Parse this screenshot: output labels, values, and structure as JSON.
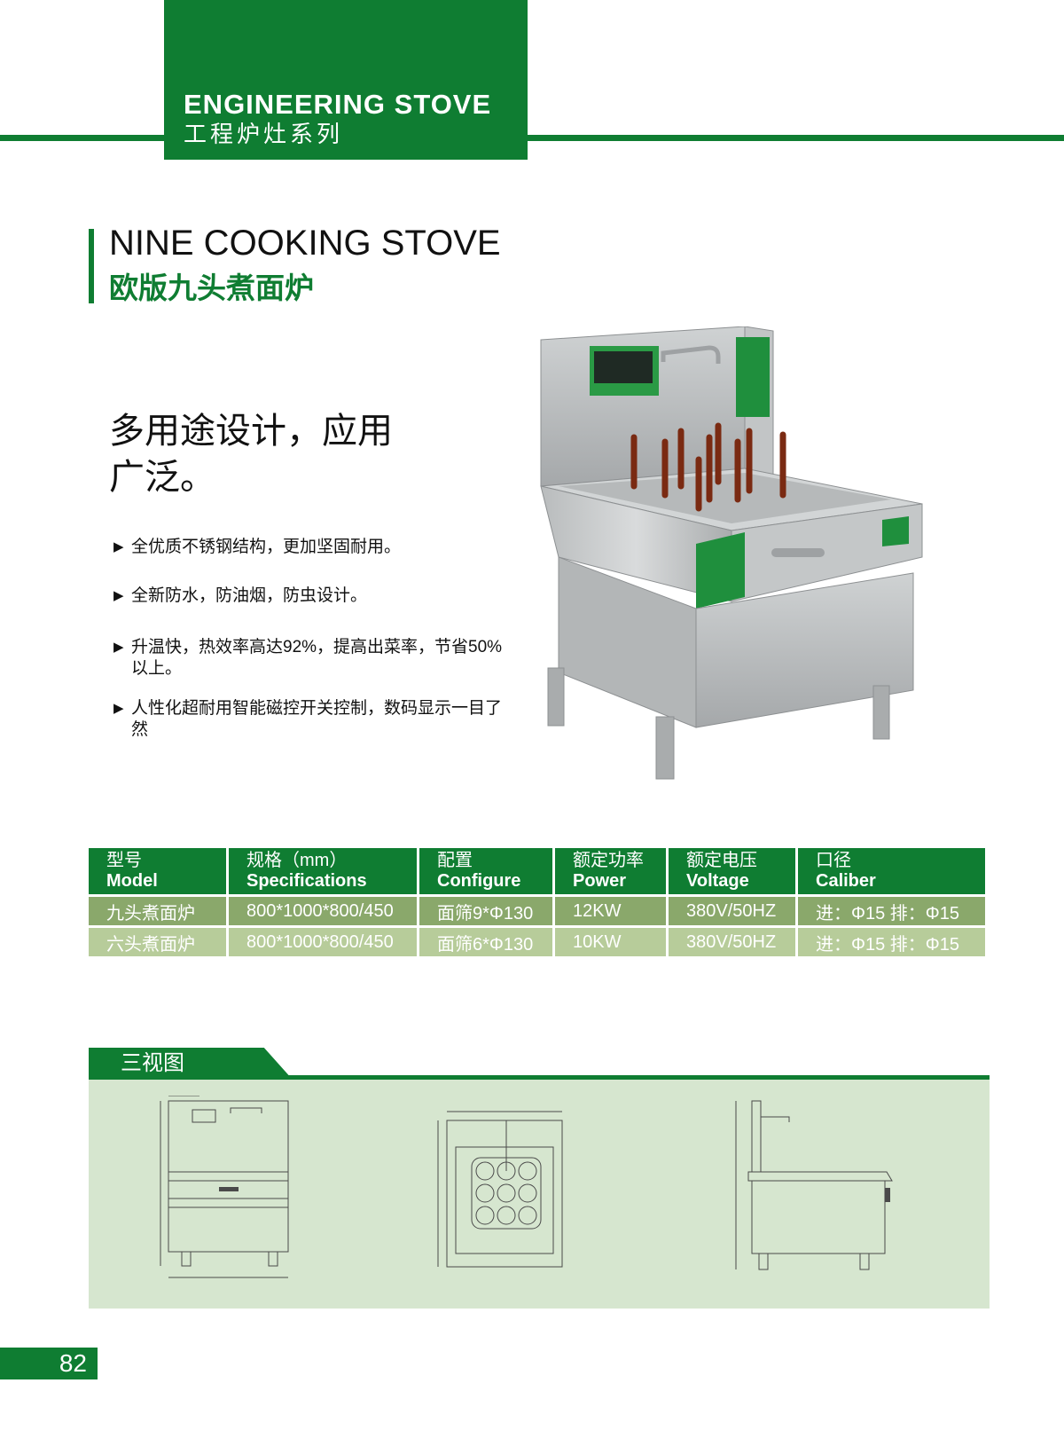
{
  "header": {
    "title_en": "ENGINEERING STOVE",
    "title_cn": "工程炉灶系列"
  },
  "product": {
    "name_en": "NINE COOKING STOVE",
    "name_cn": "欧版九头煮面炉"
  },
  "slogan": {
    "line1": "多用途设计，应用",
    "line2": "广泛。"
  },
  "features": [
    "全优质不锈钢结构，更加坚固耐用。",
    "全新防水，防油烟，防虫设计。",
    "升温快，热效率高达92%，提高出菜率，节省50%以上。",
    "人性化超耐用智能磁控开关控制，数码显示一目了然"
  ],
  "feature_bullet": "▶",
  "table": {
    "headers": [
      {
        "cn": "型号",
        "en": "Model"
      },
      {
        "cn": "规格（mm）",
        "en": "Specifications"
      },
      {
        "cn": "配置",
        "en": "Configure"
      },
      {
        "cn": "额定功率",
        "en": "Power"
      },
      {
        "cn": "额定电压",
        "en": "Voltage"
      },
      {
        "cn": "口径",
        "en": "Caliber"
      }
    ],
    "rows": [
      [
        "九头煮面炉",
        "800*1000*800/450",
        "面筛9*Φ130",
        "12KW",
        "380V/50HZ",
        "进：Φ15 排：Φ15"
      ],
      [
        "六头煮面炉",
        "800*1000*800/450",
        "面筛6*Φ130",
        "10KW",
        "380V/50HZ",
        "进：Φ15 排：Φ15"
      ]
    ]
  },
  "views": {
    "title": "三视图"
  },
  "page_number": "82",
  "colors": {
    "brand_green": "#0f7d32",
    "row_dark": "#8aa86b",
    "row_light": "#b7cc9a",
    "panel_bg": "#d6e6cf"
  }
}
